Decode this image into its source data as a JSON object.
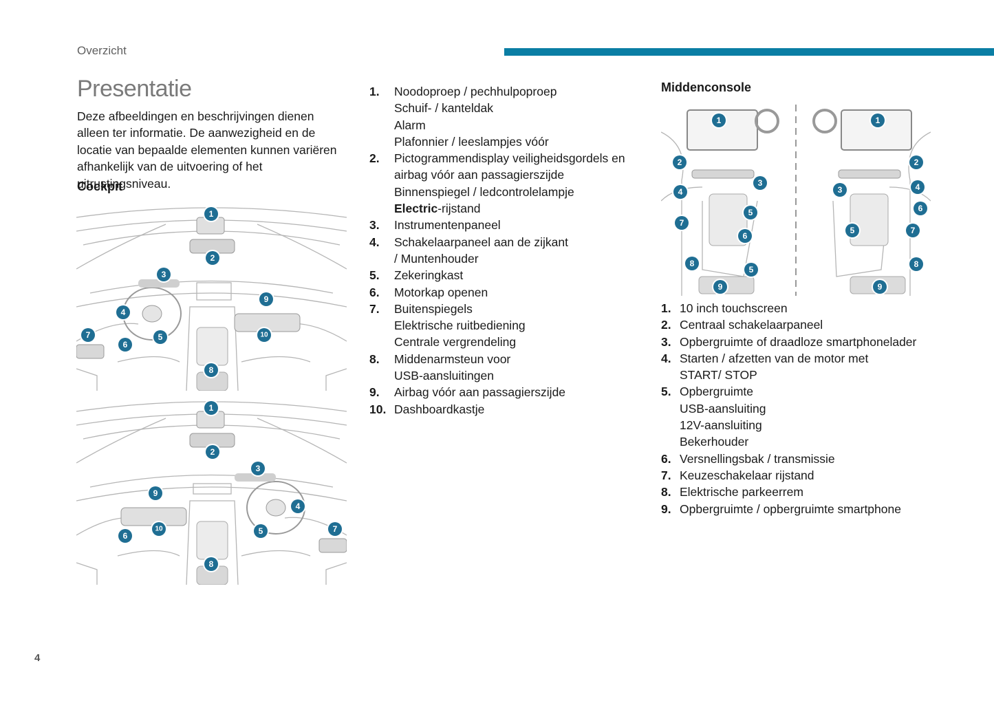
{
  "header": {
    "section": "Overzicht",
    "accent_color": "#0a7ea4"
  },
  "title": "Presentatie",
  "intro": "Deze afbeeldingen en beschrijvingen dienen alleen ter informatie. De aanwezigheid en de locatie van bepaalde elementen kunnen variëren afhankelijk van de uitvoering of het uitrustingsniveau.",
  "cockpit": {
    "heading": "Cockpit",
    "diagram_lhd_markers": [
      "1",
      "2",
      "3",
      "4",
      "5",
      "6",
      "7",
      "8",
      "9",
      "10"
    ],
    "diagram_rhd_markers": [
      "1",
      "2",
      "3",
      "4",
      "5",
      "6",
      "7",
      "8",
      "9",
      "10"
    ],
    "items": [
      {
        "num": "1.",
        "lines": [
          "Noodoproep / pechhulpoproep",
          "Schuif- / kanteldak",
          "Alarm",
          "Plafonnier / leeslampjes vóór"
        ]
      },
      {
        "num": "2.",
        "lines": [
          "Pictogrammendisplay veiligheidsgordels en airbag vóór aan passagierszijde",
          "Binnenspiegel / ledcontrolelampje"
        ],
        "extra_bold": "Electric",
        "extra_rest": "-rijstand"
      },
      {
        "num": "3.",
        "lines": [
          "Instrumentenpaneel"
        ]
      },
      {
        "num": "4.",
        "lines": [
          "Schakelaarpaneel aan de zijkant / Muntenhouder"
        ]
      },
      {
        "num": "5.",
        "lines": [
          "Zekeringkast"
        ]
      },
      {
        "num": "6.",
        "lines": [
          "Motorkap openen"
        ]
      },
      {
        "num": "7.",
        "lines": [
          "Buitenspiegels",
          "Elektrische ruitbediening",
          "Centrale vergrendeling"
        ]
      },
      {
        "num": "8.",
        "lines": [
          "Middenarmsteun voor USB-aansluitingen"
        ]
      },
      {
        "num": "9.",
        "lines": [
          "Airbag vóór aan passagierszijde"
        ]
      },
      {
        "num": "10.",
        "lines": [
          "Dashboardkastje"
        ]
      }
    ]
  },
  "console": {
    "heading": "Middenconsole",
    "diagram_markers": [
      "1",
      "2",
      "3",
      "4",
      "5",
      "6",
      "7",
      "8",
      "9"
    ],
    "items": [
      {
        "num": "1.",
        "lines": [
          "10 inch touchscreen"
        ]
      },
      {
        "num": "2.",
        "lines": [
          "Centraal schakelaarpaneel"
        ]
      },
      {
        "num": "3.",
        "lines": [
          "Opbergruimte of draadloze smartphonelader"
        ]
      },
      {
        "num": "4.",
        "lines": [
          "Starten / afzetten van de motor met START/ STOP"
        ]
      },
      {
        "num": "5.",
        "lines": [
          "Opbergruimte",
          "USB-aansluiting",
          "12V-aansluiting",
          "Bekerhouder"
        ]
      },
      {
        "num": "6.",
        "lines": [
          "Versnellingsbak / transmissie"
        ]
      },
      {
        "num": "7.",
        "lines": [
          "Keuzeschakelaar rijstand"
        ]
      },
      {
        "num": "8.",
        "lines": [
          "Elektrische parkeerrem"
        ]
      },
      {
        "num": "9.",
        "lines": [
          "Opbergruimte / opbergruimte smartphone"
        ]
      }
    ]
  },
  "page_number": "4",
  "marker_color": "#1f6e93"
}
